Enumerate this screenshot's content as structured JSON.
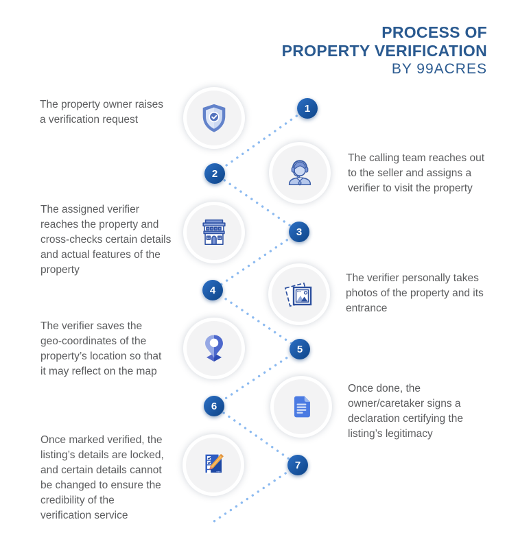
{
  "title": {
    "line1": "PROCESS OF",
    "line2": "PROPERTY VERIFICATION",
    "line3": "BY 99ACRES"
  },
  "steps": [
    {
      "number": "1",
      "icon": "shield-check-icon",
      "lines": [
        "The property owner raises",
        "a verification request"
      ]
    },
    {
      "number": "2",
      "icon": "support-agent-icon",
      "lines": [
        "The calling team reaches out",
        "to the seller and assigns a",
        "verifier to visit the property"
      ]
    },
    {
      "number": "3",
      "icon": "building-icon",
      "lines": [
        "The assigned verifier",
        "reaches the property and",
        "cross-checks certain details",
        "and actual features of the",
        "property"
      ]
    },
    {
      "number": "4",
      "icon": "photos-icon",
      "lines": [
        "The verifier personally takes",
        "photos of the property and its",
        "entrance"
      ]
    },
    {
      "number": "5",
      "icon": "map-pin-icon",
      "lines": [
        "The verifier saves the",
        "geo-coordinates of the",
        "property’s location so that",
        "it may reflect on the map"
      ]
    },
    {
      "number": "6",
      "icon": "document-icon",
      "lines": [
        "Once done, the",
        "owner/caretaker signs a",
        "declaration certifying the",
        "listing’s legitimacy"
      ]
    },
    {
      "number": "7",
      "icon": "checklist-pencil-icon",
      "lines": [
        "Once marked verified, the",
        "listing’s details are locked,",
        "and certain details cannot",
        "be changed to ensure the",
        "credibility of the",
        "verification service"
      ]
    }
  ],
  "colors": {
    "title_text": "#2a5a90",
    "body_text": "#5b5c5e",
    "badge_gradient_start": "#2c6fc4",
    "badge_gradient_end": "#0d4488",
    "dotted_path": "#8cbaf0",
    "icon_circle_bg": "#f3f3f4"
  }
}
